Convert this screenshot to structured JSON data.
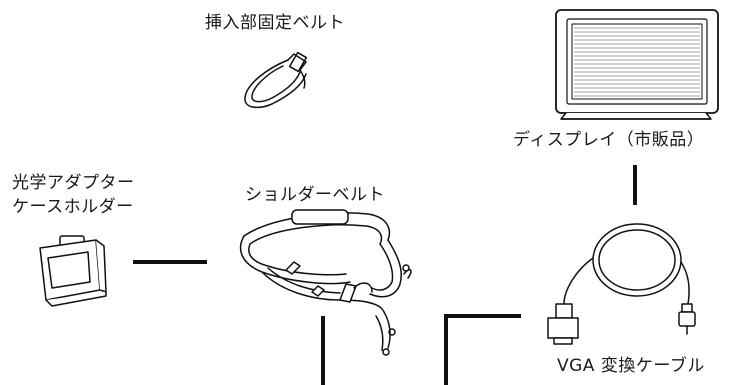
{
  "labels": {
    "insertion_belt": "挿入部固定ベルト",
    "display": "ディスプレイ（市販品）",
    "holder_line1": "光学アダプター",
    "holder_line2": "ケースホルダー",
    "shoulder_belt": "ショルダーベルト",
    "vga_cable": "VGA 変換ケーブル"
  }
}
